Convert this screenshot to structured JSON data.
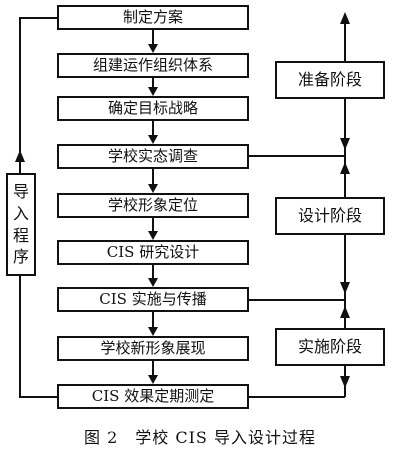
{
  "steps": [
    "制定方案",
    "组建运作组织体系",
    "确定目标战略",
    "学校实态调查",
    "学校形象定位",
    "CIS 研究设计",
    "CIS 实施与传播",
    "学校新形象展现",
    "CIS 效果定期测定"
  ],
  "phases": [
    "准备阶段",
    "设计阶段",
    "实施阶段"
  ],
  "side_label": [
    "导",
    "入",
    "程",
    "序"
  ],
  "caption": "图 2　学校 CIS 导入设计过程"
}
